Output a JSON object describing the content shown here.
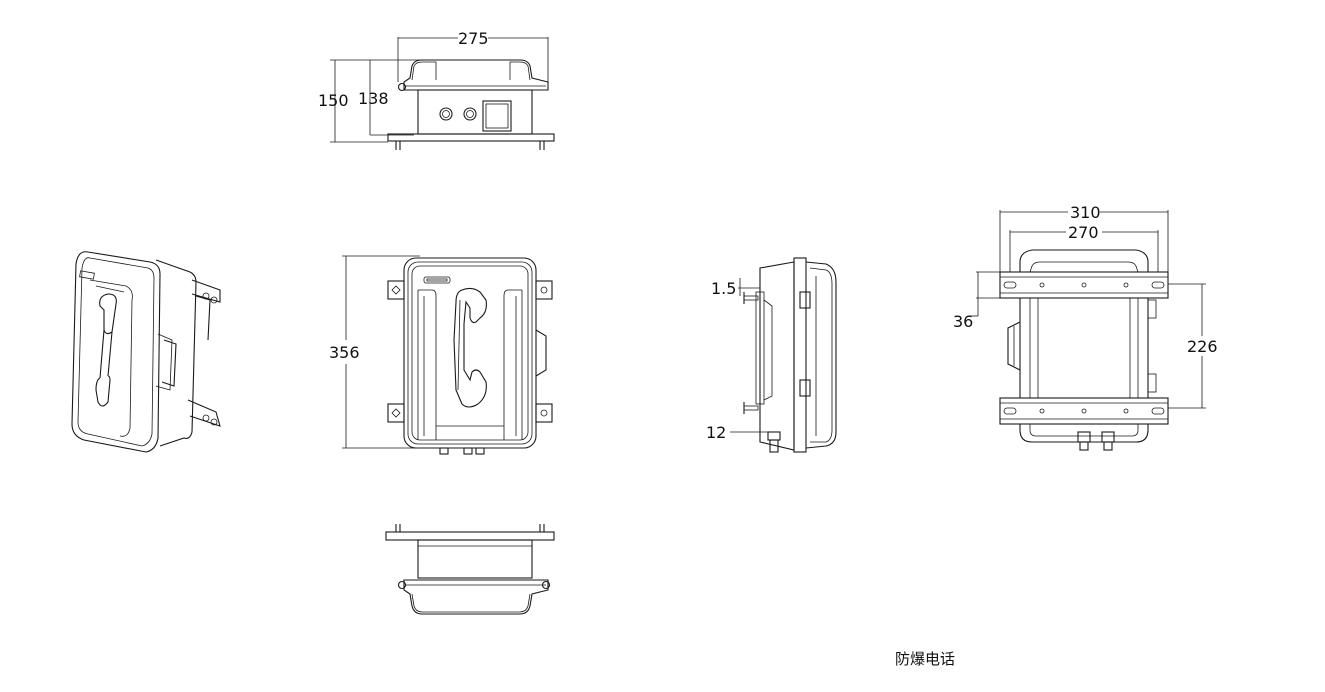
{
  "caption": "防爆电话",
  "dimensions": {
    "top_width": "275",
    "top_height_outer": "150",
    "top_height_inner": "138",
    "front_height": "356",
    "side_plate": "1.5",
    "side_bottom": "12",
    "rear_outer_width": "310",
    "rear_inner_width": "270",
    "rear_bracket_spacing": "226",
    "rear_bracket_offset": "36"
  }
}
